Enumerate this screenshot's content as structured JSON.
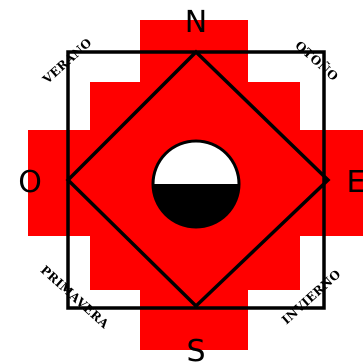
{
  "cardinals": {
    "north": "N",
    "south": "S",
    "east": "E",
    "west": "O"
  },
  "seasons": {
    "top_left": "VERANO",
    "top_right": "OTOÑO",
    "bottom_left": "PRIMAVERA",
    "bottom_right": "INVIERNO"
  },
  "colors": {
    "cross": "#ff0000",
    "lines": "#000000",
    "circle_top": "#ffffff",
    "circle_bottom": "#000000",
    "background": "#ffffff"
  }
}
